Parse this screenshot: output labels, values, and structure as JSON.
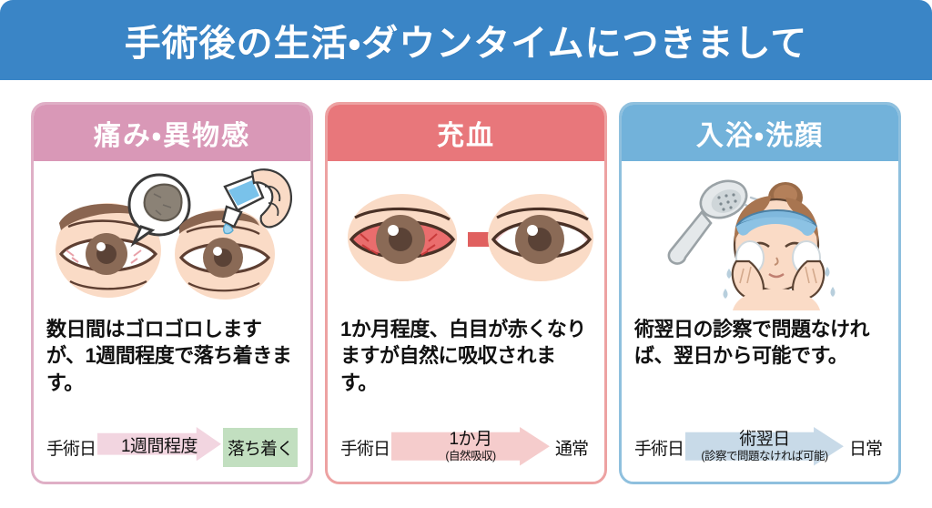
{
  "banner": {
    "title": "手術後の生活・ダウンタイムにつきまして",
    "background_color": "#3a85c6",
    "text_color": "#ffffff"
  },
  "cards": [
    {
      "id": "pain",
      "header": "痛み・異物感",
      "header_color": "#d998b7",
      "border_color": "#dfafc6",
      "illustration": "eye-foreign-body-and-eyedrop",
      "description": "数日間はゴロゴロしますが、1週間程度で落ち着き\nきます。",
      "description_text": "数日間はゴロゴロしますが、1週間程度で落ち着きます。",
      "timeline": {
        "start_label": "手術日",
        "arrow_main": "1週間程度",
        "arrow_sub": "",
        "arrow_color": "#f2d5e0",
        "end_label": "落ち着く",
        "end_boxed": true,
        "end_box_color": "#c2dfc0"
      }
    },
    {
      "id": "redness",
      "header": "充血",
      "header_color": "#e8777b",
      "border_color": "#eda2a2",
      "illustration": "bloodshot-eye-to-normal-eye",
      "description_text": "1か月程度、白目が赤くなりますが自然に吸収されます。",
      "timeline": {
        "start_label": "手術日",
        "arrow_main": "1か月",
        "arrow_sub": "(自然吸収)",
        "arrow_color": "#f5cccc",
        "end_label": "通常",
        "end_boxed": false,
        "end_box_color": ""
      }
    },
    {
      "id": "bathing",
      "header": "入浴・洗顔",
      "header_color": "#72b2da",
      "border_color": "#8fc0de",
      "illustration": "woman-washing-face-with-shower",
      "description_text": "術翌日の診察で問題なければ、翌日から可能です。",
      "timeline": {
        "start_label": "手術日",
        "arrow_main": "術翌日",
        "arrow_sub": "(診察で問題なければ可能)",
        "arrow_color": "#c8dae8",
        "end_label": "日常",
        "end_boxed": false,
        "end_box_color": ""
      }
    }
  ]
}
